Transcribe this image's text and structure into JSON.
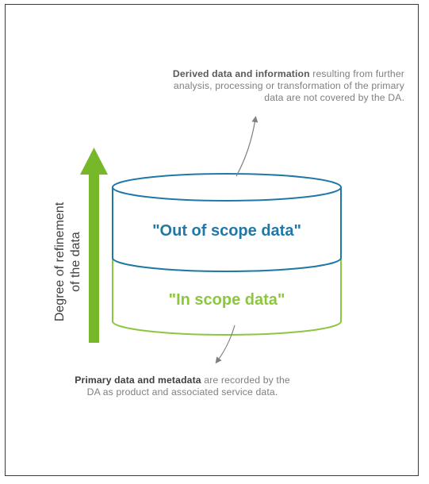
{
  "diagram": {
    "cylinder_top_label": "\"Out of scope data\"",
    "cylinder_bottom_label": "\"In scope data\"",
    "axis_label_line1": "Degree of refinement",
    "axis_label_line2": "of the data",
    "top_note": {
      "bold": "Derived data and information",
      "line1_rest": " resulting from further",
      "line2": "analysis, processing or transformation of the primary",
      "line3": "data are not covered by the DA."
    },
    "bottom_note": {
      "bold": "Primary data and metadata",
      "line1_rest": " are recorded by the",
      "line2": "DA as product and associated service data."
    },
    "colors": {
      "out_of_scope": "#1f78a8",
      "in_scope": "#8dc63f",
      "arrow": "#76b82a",
      "note_text": "#7f7f7f",
      "pointer": "#7f7f7f"
    }
  }
}
